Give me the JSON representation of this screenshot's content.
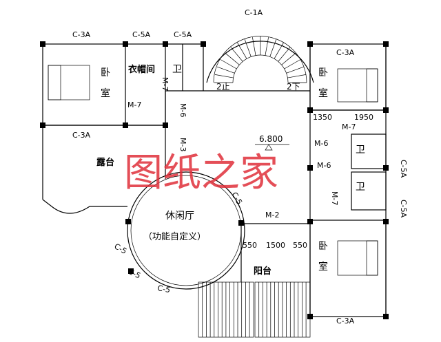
{
  "watermark": "图纸之家",
  "elevation": "6.800",
  "rooms": {
    "bedroom_nw_1": "卧",
    "bedroom_nw_2": "室",
    "closet": "衣帽间",
    "bath_n": "卫",
    "bedroom_ne_1": "卧",
    "bedroom_ne_2": "室",
    "bath_e1": "卫",
    "bath_e2": "卫",
    "terrace": "露台",
    "lounge": "休闲厅",
    "lounge_note": "（功能自定义）",
    "balcony": "阳台",
    "bedroom_se_1": "卧",
    "bedroom_se_2": "室"
  },
  "stairs": {
    "up": "2止",
    "down": "2下"
  },
  "windows": {
    "c1a": "C-1A",
    "c3a_top_left": "C-3A",
    "c5a_top_1": "C-5A",
    "c5a_top_2": "C-5A",
    "c3a_top_right": "C-3A",
    "c3a_terrace": "C-3A",
    "c5a_right_1": "C-5A",
    "c5a_right_2": "C-5A",
    "c3a_bottom": "C-3A",
    "c5_1": "C-5",
    "c5_2": "C-5",
    "c5_3": "C-5",
    "c5_4": "C-5"
  },
  "doors": {
    "m7_left": "M-7",
    "m6_left": "M-6",
    "m7_closet": "M-7",
    "m3": "M-3",
    "m7_right": "M-7",
    "m6_right1": "M-6",
    "m6_right2": "M-6",
    "m7_right2": "M-7",
    "m2": "M-2"
  },
  "dims": {
    "d1350": "1350",
    "d1950": "1950",
    "d550a": "550",
    "d1500": "1500",
    "d550b": "550"
  }
}
